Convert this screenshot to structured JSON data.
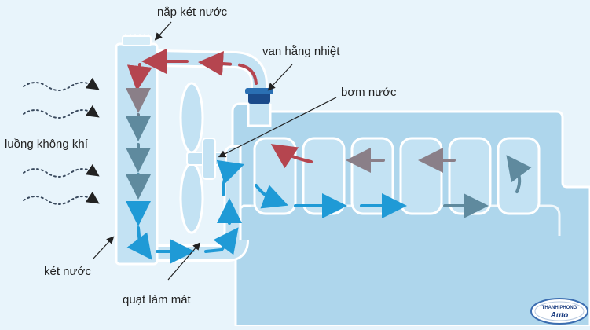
{
  "labels": {
    "radiator_cap": "nắp két nước",
    "thermostat": "van hằng nhiệt",
    "water_pump": "bơm nước",
    "airflow": "luồng không khí",
    "radiator": "két nước",
    "fan": "quạt làm mát"
  },
  "logo": {
    "line1": "THANH PHONG",
    "line2": "Auto"
  },
  "colors": {
    "background": "#e8f4fb",
    "engine_fill": "#aed6ec",
    "engine_stroke": "#ffffff",
    "radiator_fill": "#c3e2f3",
    "hot_flow": "#b5454f",
    "warm_flow": "#8a7f88",
    "mid_flow": "#5f8a9e",
    "cool_flow": "#1f9ad6",
    "label_text": "#222222",
    "leader_line": "#222222"
  },
  "icons": [
    "radiator-cap-icon",
    "thermostat-valve-icon",
    "fan-blade-icon",
    "airflow-wave-icon",
    "logo-emblem-icon"
  ]
}
